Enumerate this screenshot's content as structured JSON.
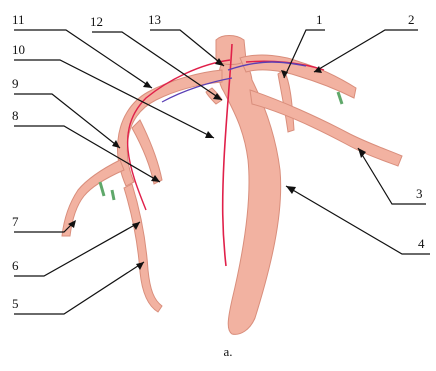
{
  "figure": {
    "caption": "a.",
    "labels": [
      "1",
      "2",
      "3",
      "4",
      "5",
      "6",
      "7",
      "8",
      "9",
      "10",
      "11",
      "12",
      "13"
    ]
  },
  "colors": {
    "vessel_fill": "#f2b2a1",
    "vessel_shade": "#d98e7c",
    "vessel_dark": "#c9795f",
    "red_line": "#e0204a",
    "blue_line": "#5a3fb5",
    "green_tip": "#5fa86a",
    "leader": "#111111"
  }
}
